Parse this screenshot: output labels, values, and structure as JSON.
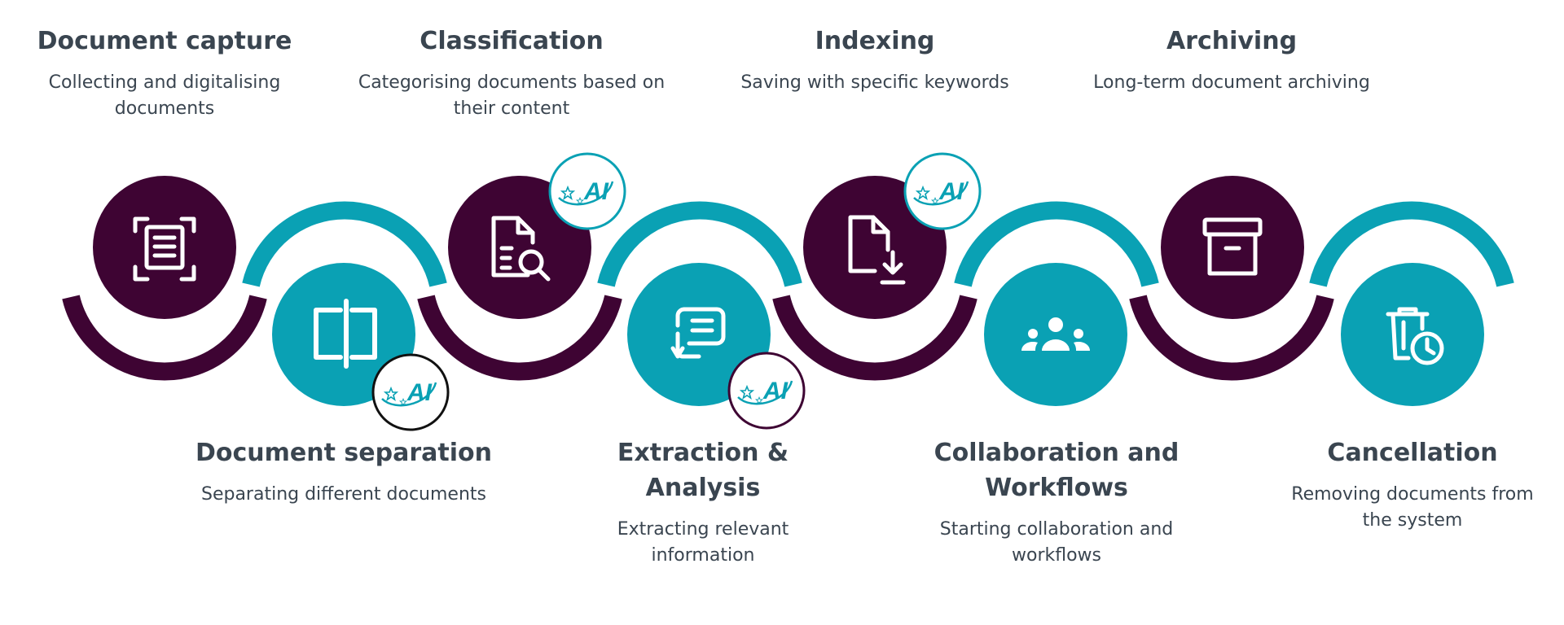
{
  "colors": {
    "plum": "#3e0433",
    "teal": "#0aa1b4",
    "text": "#3a4550",
    "ai_teal": "#0aa1b4",
    "ai_black": "#111111"
  },
  "steps": [
    {
      "title": "Document capture",
      "description": "Collecting and digitalising documents",
      "icon": "scan-document-icon"
    },
    {
      "title": "Document separation",
      "description": "Separating different documents",
      "icon": "split-document-icon",
      "ai_badge": true
    },
    {
      "title": "Classification",
      "description": "Categorising documents based on their content",
      "icon": "document-search-icon",
      "ai_badge": true
    },
    {
      "title": "Extraction & Analysis",
      "description": "Extracting relevant information",
      "icon": "extraction-icon",
      "ai_badge": true
    },
    {
      "title": "Indexing",
      "description": "Saving with specific keywords",
      "icon": "document-download-icon",
      "ai_badge": true
    },
    {
      "title": "Collaboration and Workflows",
      "description": "Starting collaboration and workflows",
      "icon": "team-icon"
    },
    {
      "title": "Archiving",
      "description": "Long-term document archiving",
      "icon": "archive-box-icon"
    },
    {
      "title": "Cancellation",
      "description": "Removing documents from the system",
      "icon": "trash-clock-icon"
    }
  ],
  "ai_badge_text": "AI"
}
